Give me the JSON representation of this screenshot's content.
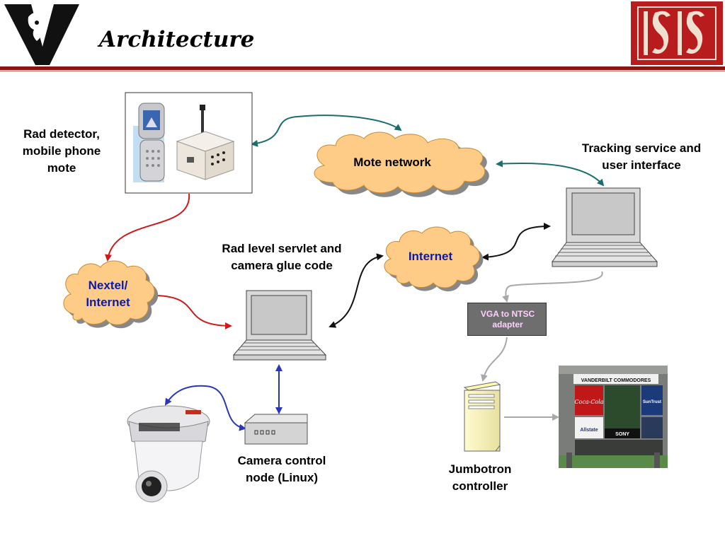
{
  "slide": {
    "title": "Architecture"
  },
  "nodes": {
    "rad_detector": "Rad detector,\nmobile phone\nmote",
    "mote_network": "Mote network",
    "tracking_service": "Tracking service and\nuser interface",
    "nextel": "Nextel/\nInternet",
    "rad_servlet": "Rad level servlet and\ncamera glue code",
    "internet": "Internet",
    "vga_adapter": "VGA to NTSC\nadapter",
    "camera_control": "Camera control\nnode (Linux)",
    "jumbotron": "Jumbotron\ncontroller"
  },
  "logos": {
    "left": "V",
    "right": "ISIS"
  },
  "scoreboard": {
    "header": "VANDERBILT COMMODORES",
    "ad1": "Coca-Cola",
    "ad2": "SunTrust",
    "ad3": "Allstate",
    "ad4": "SONY"
  },
  "colors": {
    "cloud_fill": "#ffcc88",
    "red_link": "#d01818",
    "teal_link": "#1a6e6e",
    "blue_link": "#2a36b8",
    "gray_link": "#a8a8a8",
    "rule": "#8a1414",
    "logo_red": "#b81c1c"
  }
}
